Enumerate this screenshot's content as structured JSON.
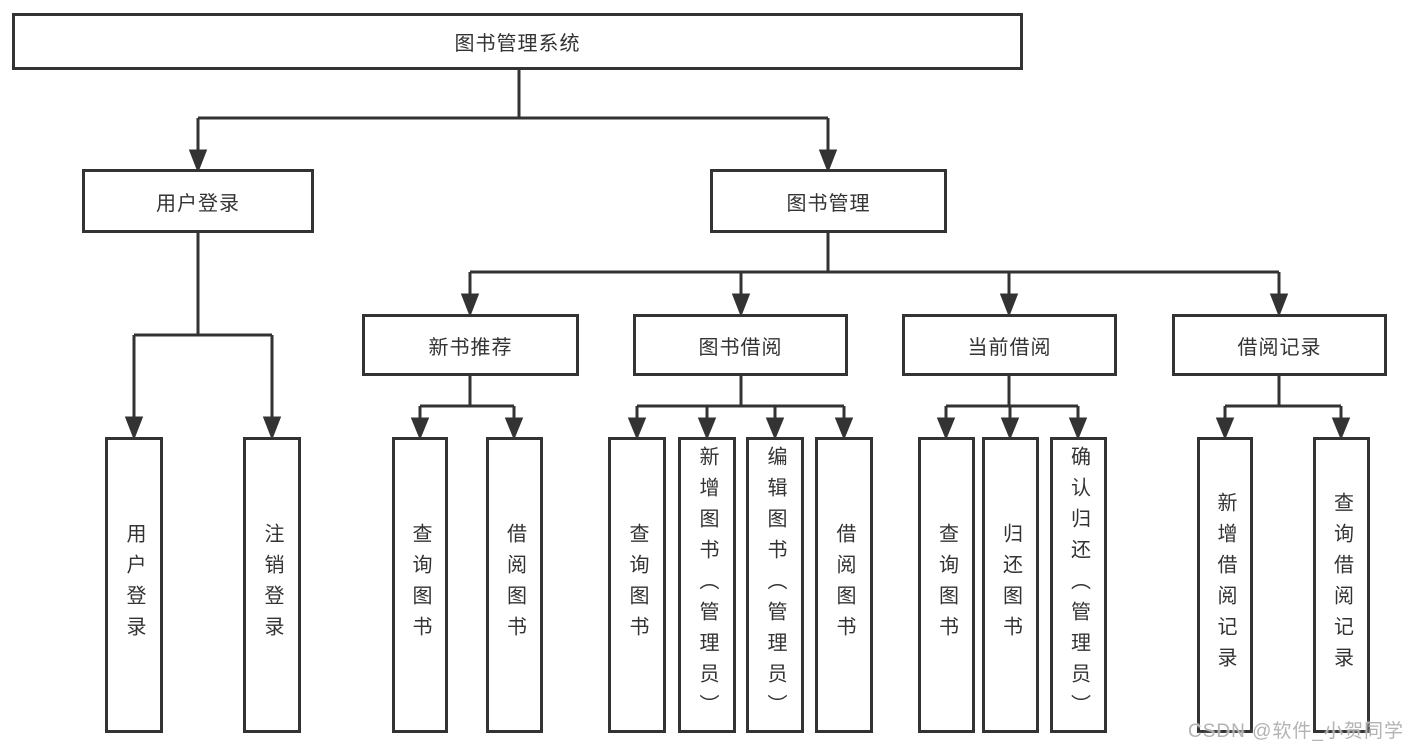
{
  "tree": {
    "root": {
      "label": "图书管理系统"
    },
    "branches": [
      {
        "label": "用户登录",
        "children": [
          {
            "label": "用户登录"
          },
          {
            "label": "注销登录"
          }
        ]
      },
      {
        "label": "图书管理",
        "children": [
          {
            "label": "新书推荐",
            "children": [
              {
                "label": "查询图书"
              },
              {
                "label": "借阅图书"
              }
            ]
          },
          {
            "label": "图书借阅",
            "children": [
              {
                "label": "查询图书"
              },
              {
                "label": "新增图书（管理员）"
              },
              {
                "label": "编辑图书（管理员）"
              },
              {
                "label": "借阅图书"
              }
            ]
          },
          {
            "label": "当前借阅",
            "children": [
              {
                "label": "查询图书"
              },
              {
                "label": "归还图书"
              },
              {
                "label": "确认归还（管理员）"
              }
            ]
          },
          {
            "label": "借阅记录",
            "children": [
              {
                "label": "新增借阅记录"
              },
              {
                "label": "查询借阅记录"
              }
            ]
          }
        ]
      }
    ]
  },
  "watermark": {
    "text": "CSDN @软件_小贺同学"
  },
  "colors": {
    "line": "#333333",
    "box_border": "#333333",
    "text": "#333333",
    "background": "#ffffff",
    "watermark": "#b3b3b3"
  }
}
